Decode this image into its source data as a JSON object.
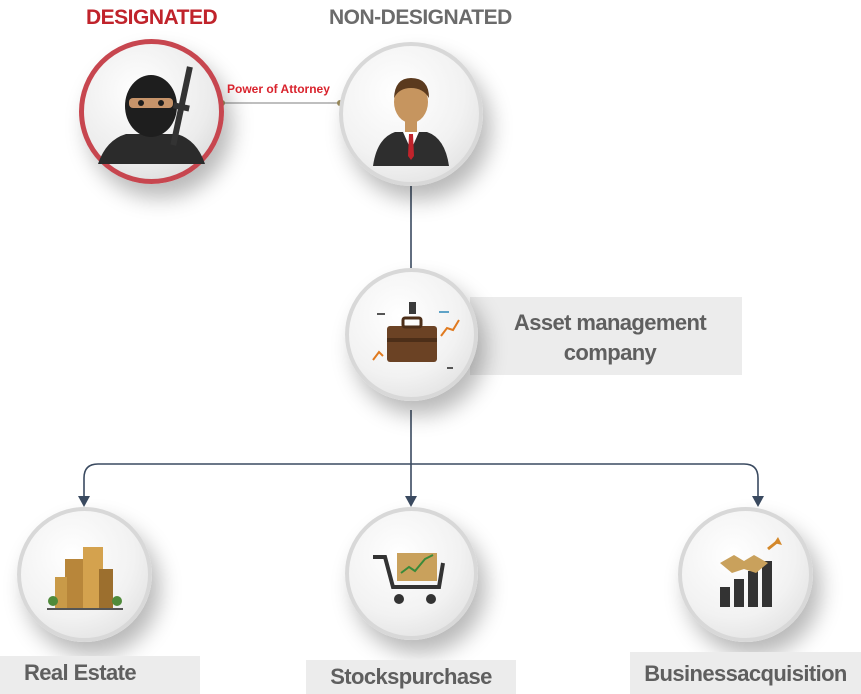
{
  "titles": {
    "designated": "DESIGNATED",
    "non_designated": "NON-DESIGNATED"
  },
  "relationship": {
    "label": "Power of Attorney"
  },
  "intermediary": {
    "label_line1": "Asset management",
    "label_line2": "company"
  },
  "investments": [
    {
      "label": "Real Estate",
      "icon": "building-icon"
    },
    {
      "label": "Stockspurchase",
      "icon": "shopping-cart-chart-icon"
    },
    {
      "label": "Businessacquisition",
      "icon": "handshake-chart-icon"
    }
  ],
  "colors": {
    "accent_red": "#c0232b",
    "connector": "#3a4a60",
    "text_grey": "#5f5f5f"
  }
}
